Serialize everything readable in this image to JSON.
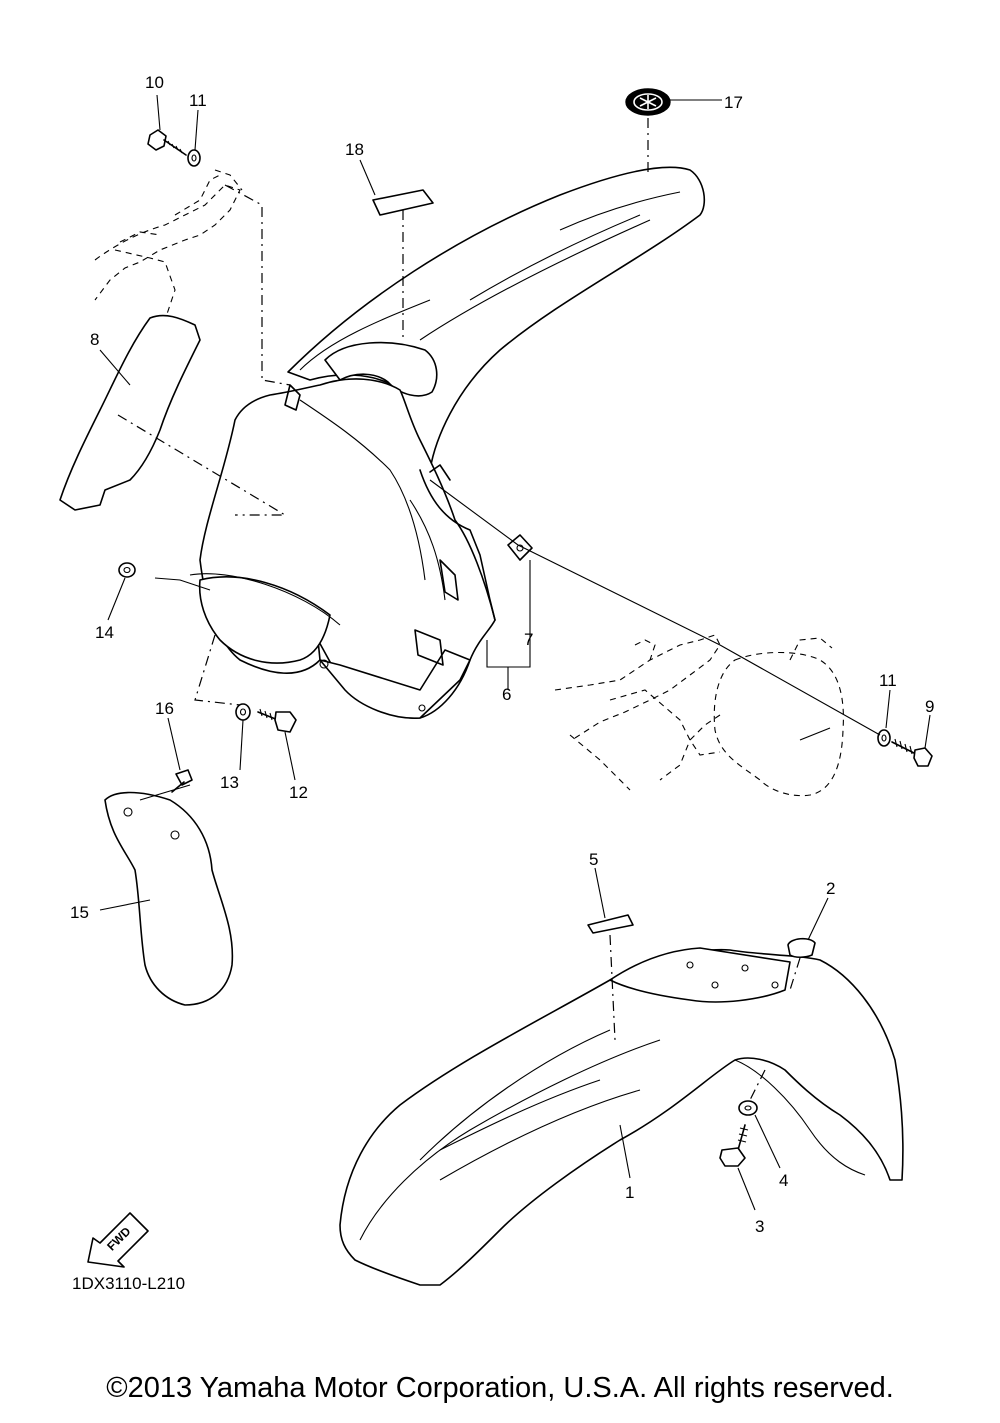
{
  "diagram": {
    "callouts": [
      "1",
      "2",
      "3",
      "4",
      "5",
      "6",
      "7",
      "8",
      "9",
      "10",
      "11",
      "11",
      "12",
      "13",
      "14",
      "15",
      "16",
      "17",
      "18"
    ],
    "fwd_label": "FWD",
    "drawing_code": "1DX3110-L210"
  },
  "footer": {
    "copyright": "©2013 Yamaha Motor Corporation, U.S.A. All rights reserved."
  },
  "colors": {
    "line": "#000000",
    "background": "#ffffff"
  },
  "icons": {
    "fwd_arrow": "fwd-arrow-icon",
    "emblem": "yamaha-emblem-icon"
  }
}
